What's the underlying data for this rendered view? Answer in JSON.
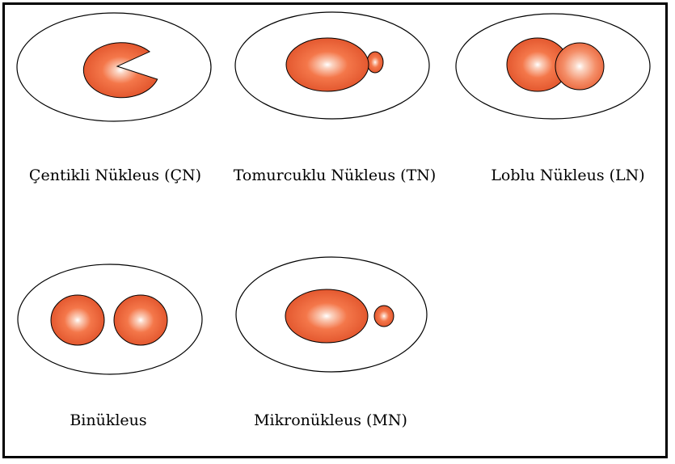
{
  "colors": {
    "nucleus_edge": "#c0401a",
    "nucleus_mid": "#f46a3c",
    "nucleus_highlight": "#ffffff",
    "cell_stroke": "#000000",
    "frame": "#000000"
  },
  "cells": [
    {
      "id": "cn",
      "label": "Çentikli Nükleus (ÇN)"
    },
    {
      "id": "tn",
      "label": "Tomurcuklu Nükleus (TN)"
    },
    {
      "id": "ln",
      "label": "Loblu Nükleus (LN)"
    },
    {
      "id": "bi",
      "label": "Binükleus"
    },
    {
      "id": "mn",
      "label": "Mikronükleus (MN)"
    }
  ]
}
